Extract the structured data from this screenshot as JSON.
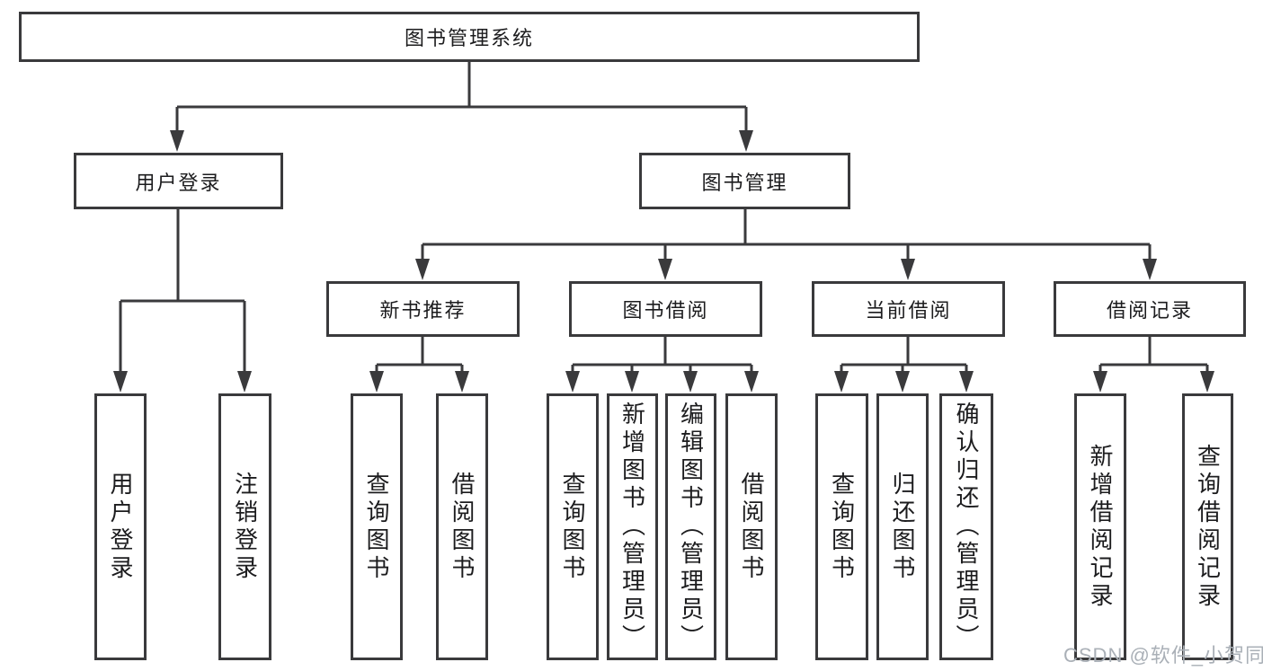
{
  "tree": {
    "label": "图书管理系统",
    "children": [
      {
        "label": "用户登录",
        "children": [
          {
            "label": "用户登录"
          },
          {
            "label": "注销登录"
          }
        ]
      },
      {
        "label": "图书管理",
        "children": [
          {
            "label": "新书推荐",
            "children": [
              {
                "label": "查询图书"
              },
              {
                "label": "借阅图书"
              }
            ]
          },
          {
            "label": "图书借阅",
            "children": [
              {
                "label": "查询图书"
              },
              {
                "label": "新增图书（管理员）"
              },
              {
                "label": "编辑图书（管理员）"
              },
              {
                "label": "借阅图书"
              }
            ]
          },
          {
            "label": "当前借阅",
            "children": [
              {
                "label": "查询图书"
              },
              {
                "label": "归还图书"
              },
              {
                "label": "确认归还（管理员）"
              }
            ]
          },
          {
            "label": "借阅记录",
            "children": [
              {
                "label": "新增借阅记录"
              },
              {
                "label": "查询借阅记录"
              }
            ]
          }
        ]
      }
    ]
  },
  "watermark": {
    "text": "CSDN @软件_小贺同学"
  },
  "colors": {
    "line": "#3a3a3c",
    "text": "#1c1c1e",
    "watermark": "#aab0b7",
    "background": "#ffffff"
  }
}
